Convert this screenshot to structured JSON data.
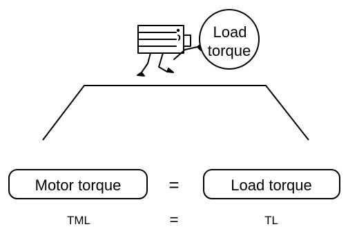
{
  "illustration": {
    "circle_line1": "Load",
    "circle_line2": "torque"
  },
  "equation": {
    "left_box": "Motor torque",
    "operator": "=",
    "right_box": "Load torque"
  },
  "symbols": {
    "left": "TML",
    "operator": "=",
    "right": "TL"
  }
}
